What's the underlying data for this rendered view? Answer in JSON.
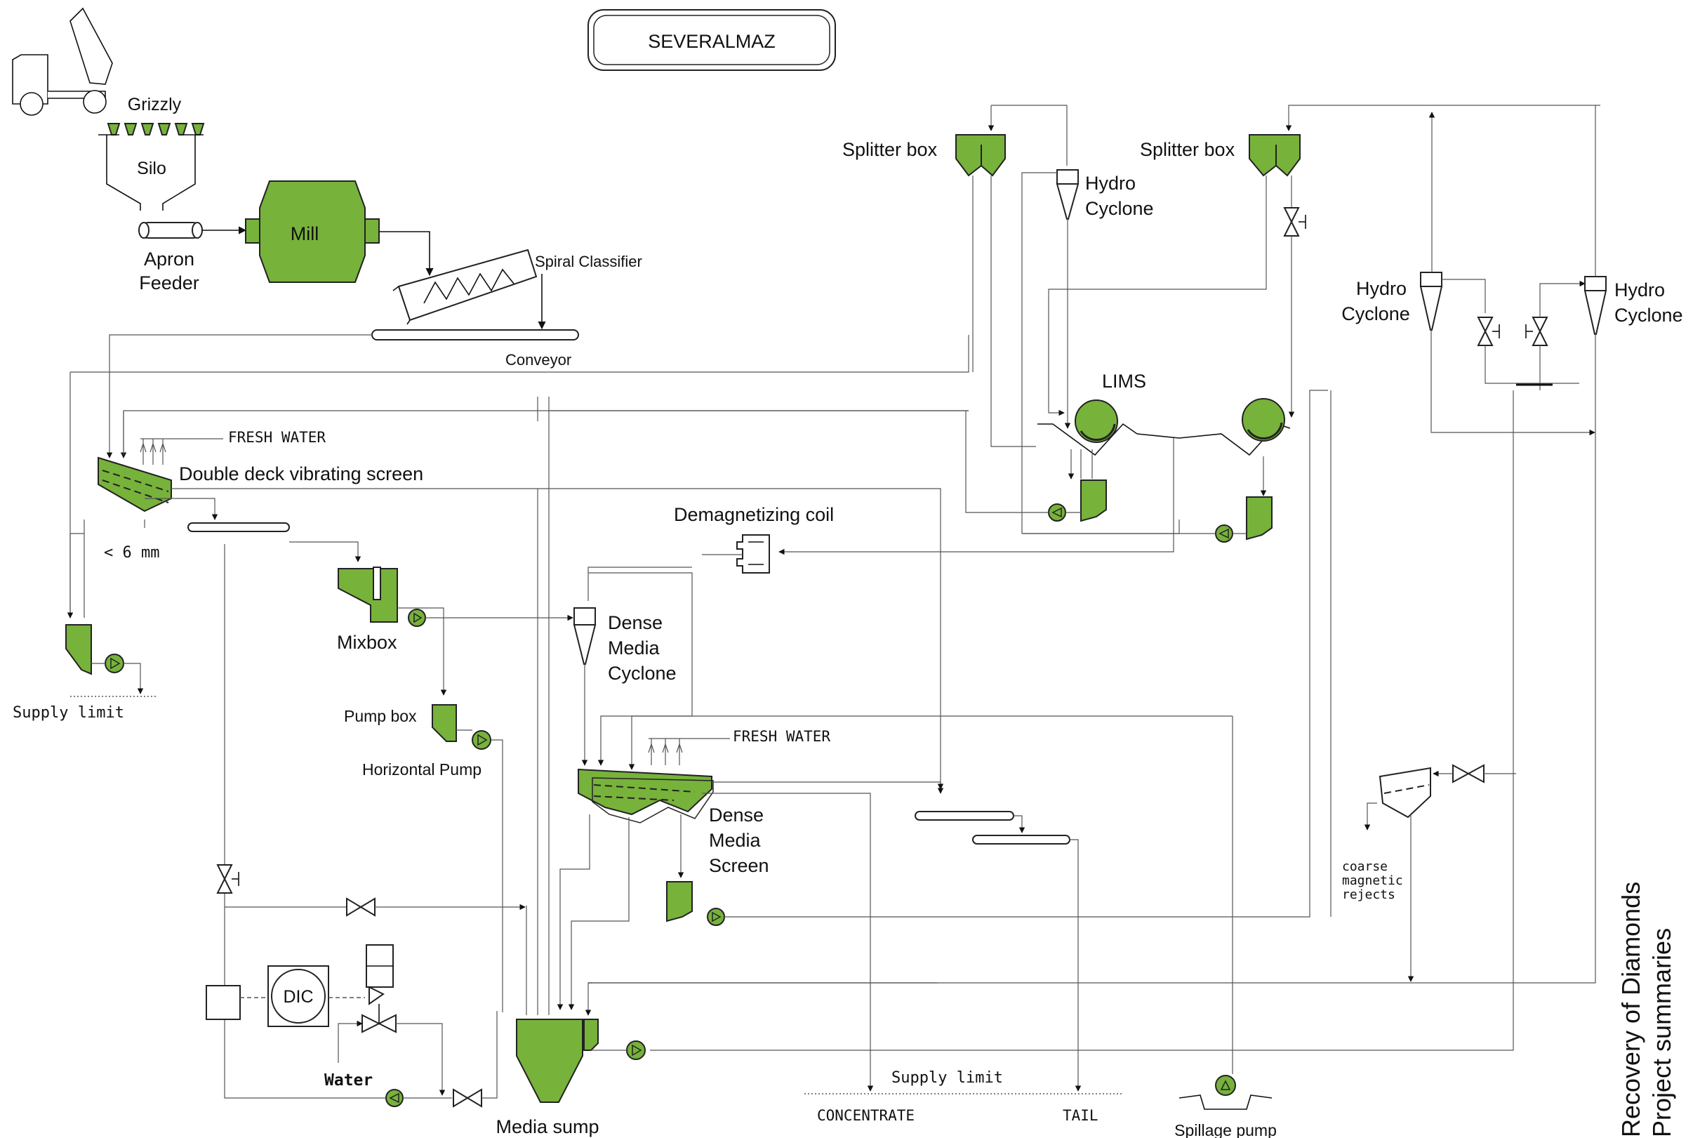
{
  "title": "SEVERALMAZ",
  "side_title": [
    "Project summaries",
    "Recovery of Diamonds"
  ],
  "labels": {
    "grizzly": "Grizzly",
    "silo": "Silo",
    "apron": "Apron",
    "feeder": "Feeder",
    "mill": "Mill",
    "spiral_classifier": "Spiral Classifier",
    "conveyor": "Conveyor",
    "fresh_water_1": "FRESH WATER",
    "double_deck": "Double deck vibrating screen",
    "lt6mm": "< 6 mm",
    "supply_limit_left": "Supply limit",
    "mixbox": "Mixbox",
    "pump_box": "Pump box",
    "horizontal_pump": "Horizontal Pump",
    "splitter_box_1": "Splitter box",
    "splitter_box_2": "Splitter box",
    "hydro": "Hydro",
    "cyclone": "Cyclone",
    "lims": "LIMS",
    "demag_coil": "Demagnetizing coil",
    "dense": "Dense",
    "media": "Media",
    "cyclone2": "Cyclone",
    "screen": "Screen",
    "fresh_water_2": "FRESH WATER",
    "dic": "DIC",
    "water": "Water",
    "media_sump": "Media sump",
    "supply_limit_bottom": "Supply limit",
    "concentrate": "CONCENTRATE",
    "tail": "TAIL",
    "spillage_pump": "Spillage pump",
    "coarse": "coarse",
    "magnetic": "magnetic",
    "rejects": "rejects"
  },
  "colors": {
    "equipment_green": "#77b23b",
    "line": "#111111"
  }
}
